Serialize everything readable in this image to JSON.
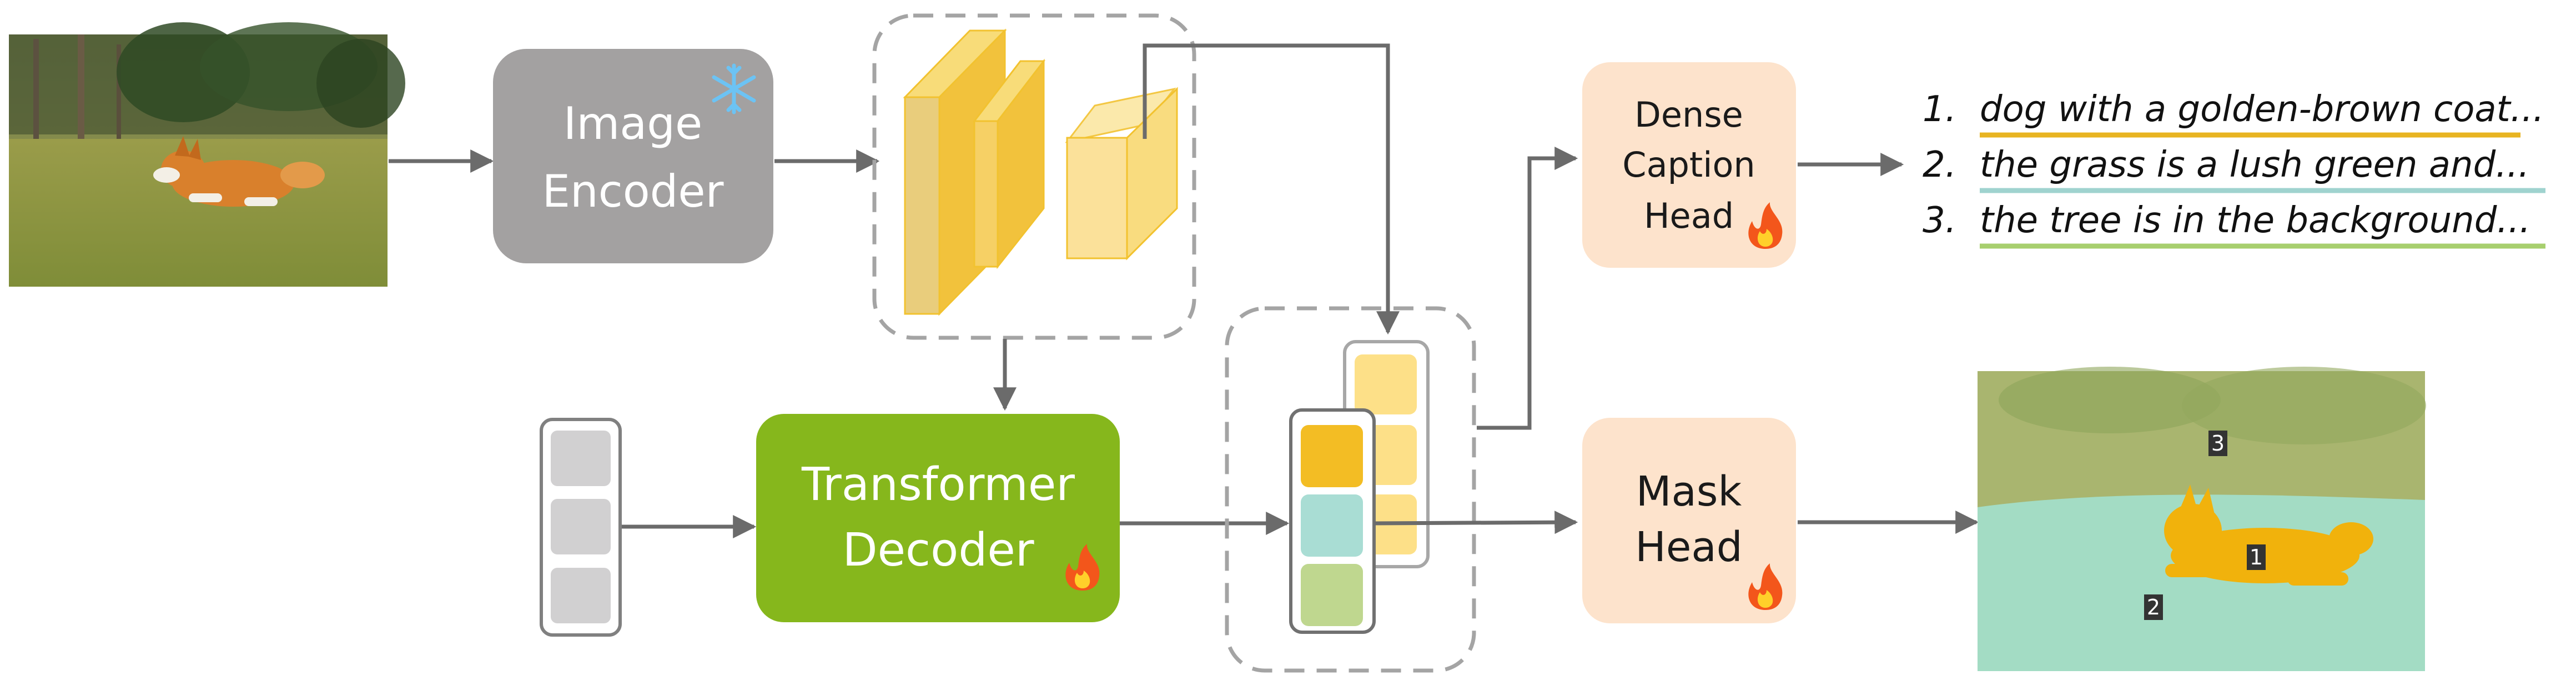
{
  "image_encoder": {
    "line1": "Image",
    "line2": "Encoder"
  },
  "transformer_decoder": {
    "line1": "Transformer",
    "line2": "Decoder"
  },
  "dense_caption_head": {
    "line1": "Dense",
    "line2": "Caption",
    "line3": "Head"
  },
  "mask_head": {
    "line1": "Mask",
    "line2": "Head"
  },
  "captions": [
    {
      "num": "1.",
      "text": "dog with a golden-brown coat...",
      "underline_color": "#e8b422"
    },
    {
      "num": "2.",
      "text": "the grass is a lush green and...",
      "underline_color": "#9fd3cf"
    },
    {
      "num": "3.",
      "text": "the tree is in the background...",
      "underline_color": "#a7cf6e"
    }
  ],
  "mask_labels": [
    "1",
    "2",
    "3"
  ],
  "icons": {
    "frozen": "snowflake-icon",
    "trainable": "flame-icon"
  },
  "colors": {
    "encoder_box": "#a3a1a1",
    "decoder_box": "#86b71c",
    "head_box": "#fde3cc",
    "feature_block": "#f6cc4f",
    "query_gray": "#d1d0d1",
    "token_orange": "#f3bd24",
    "token_teal": "#a9ddd4",
    "token_green": "#bfd78f",
    "token_back": "#fde088",
    "arrow": "#6b6b6b"
  }
}
